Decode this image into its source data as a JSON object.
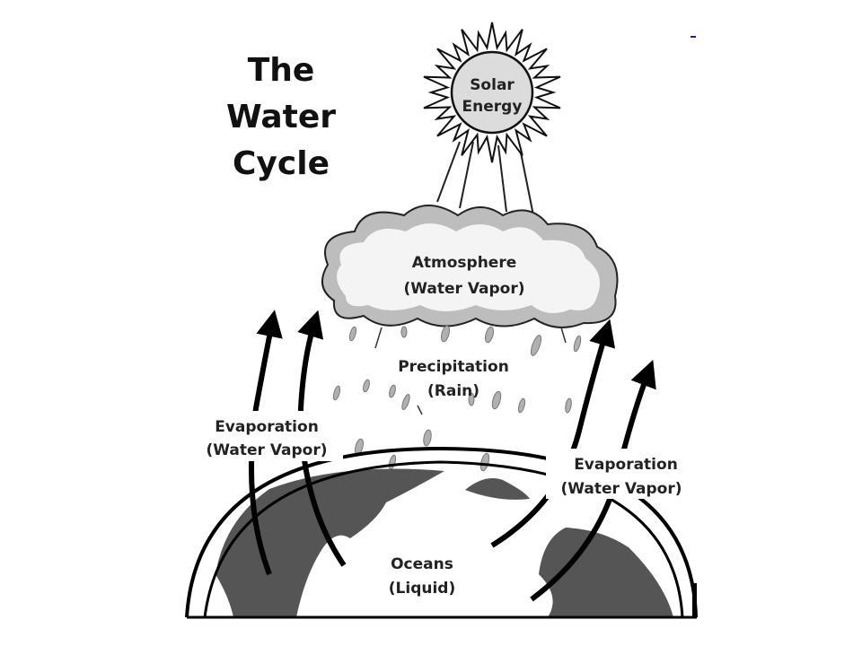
{
  "title": {
    "line1": "The",
    "line2": "Water",
    "line3": "Cycle"
  },
  "sun": {
    "line1": "Solar",
    "line2": "Energy"
  },
  "atmosphere": {
    "line1": "Atmosphere",
    "line2": "(Water Vapor)"
  },
  "precipitation": {
    "line1": "Precipitation",
    "line2": "(Rain)"
  },
  "evaporation_left": {
    "line1": "Evaporation",
    "line2": "(Water Vapor)"
  },
  "evaporation_right": {
    "line1": "Evaporation",
    "line2": "(Water Vapor)"
  },
  "oceans": {
    "line1": "Oceans",
    "line2": "(Liquid)"
  },
  "colors": {
    "land": "#555555",
    "cloud_shade": "#bdbdbd",
    "sun_fill": "#dcdcdc",
    "rain": "#b0b0b0"
  }
}
